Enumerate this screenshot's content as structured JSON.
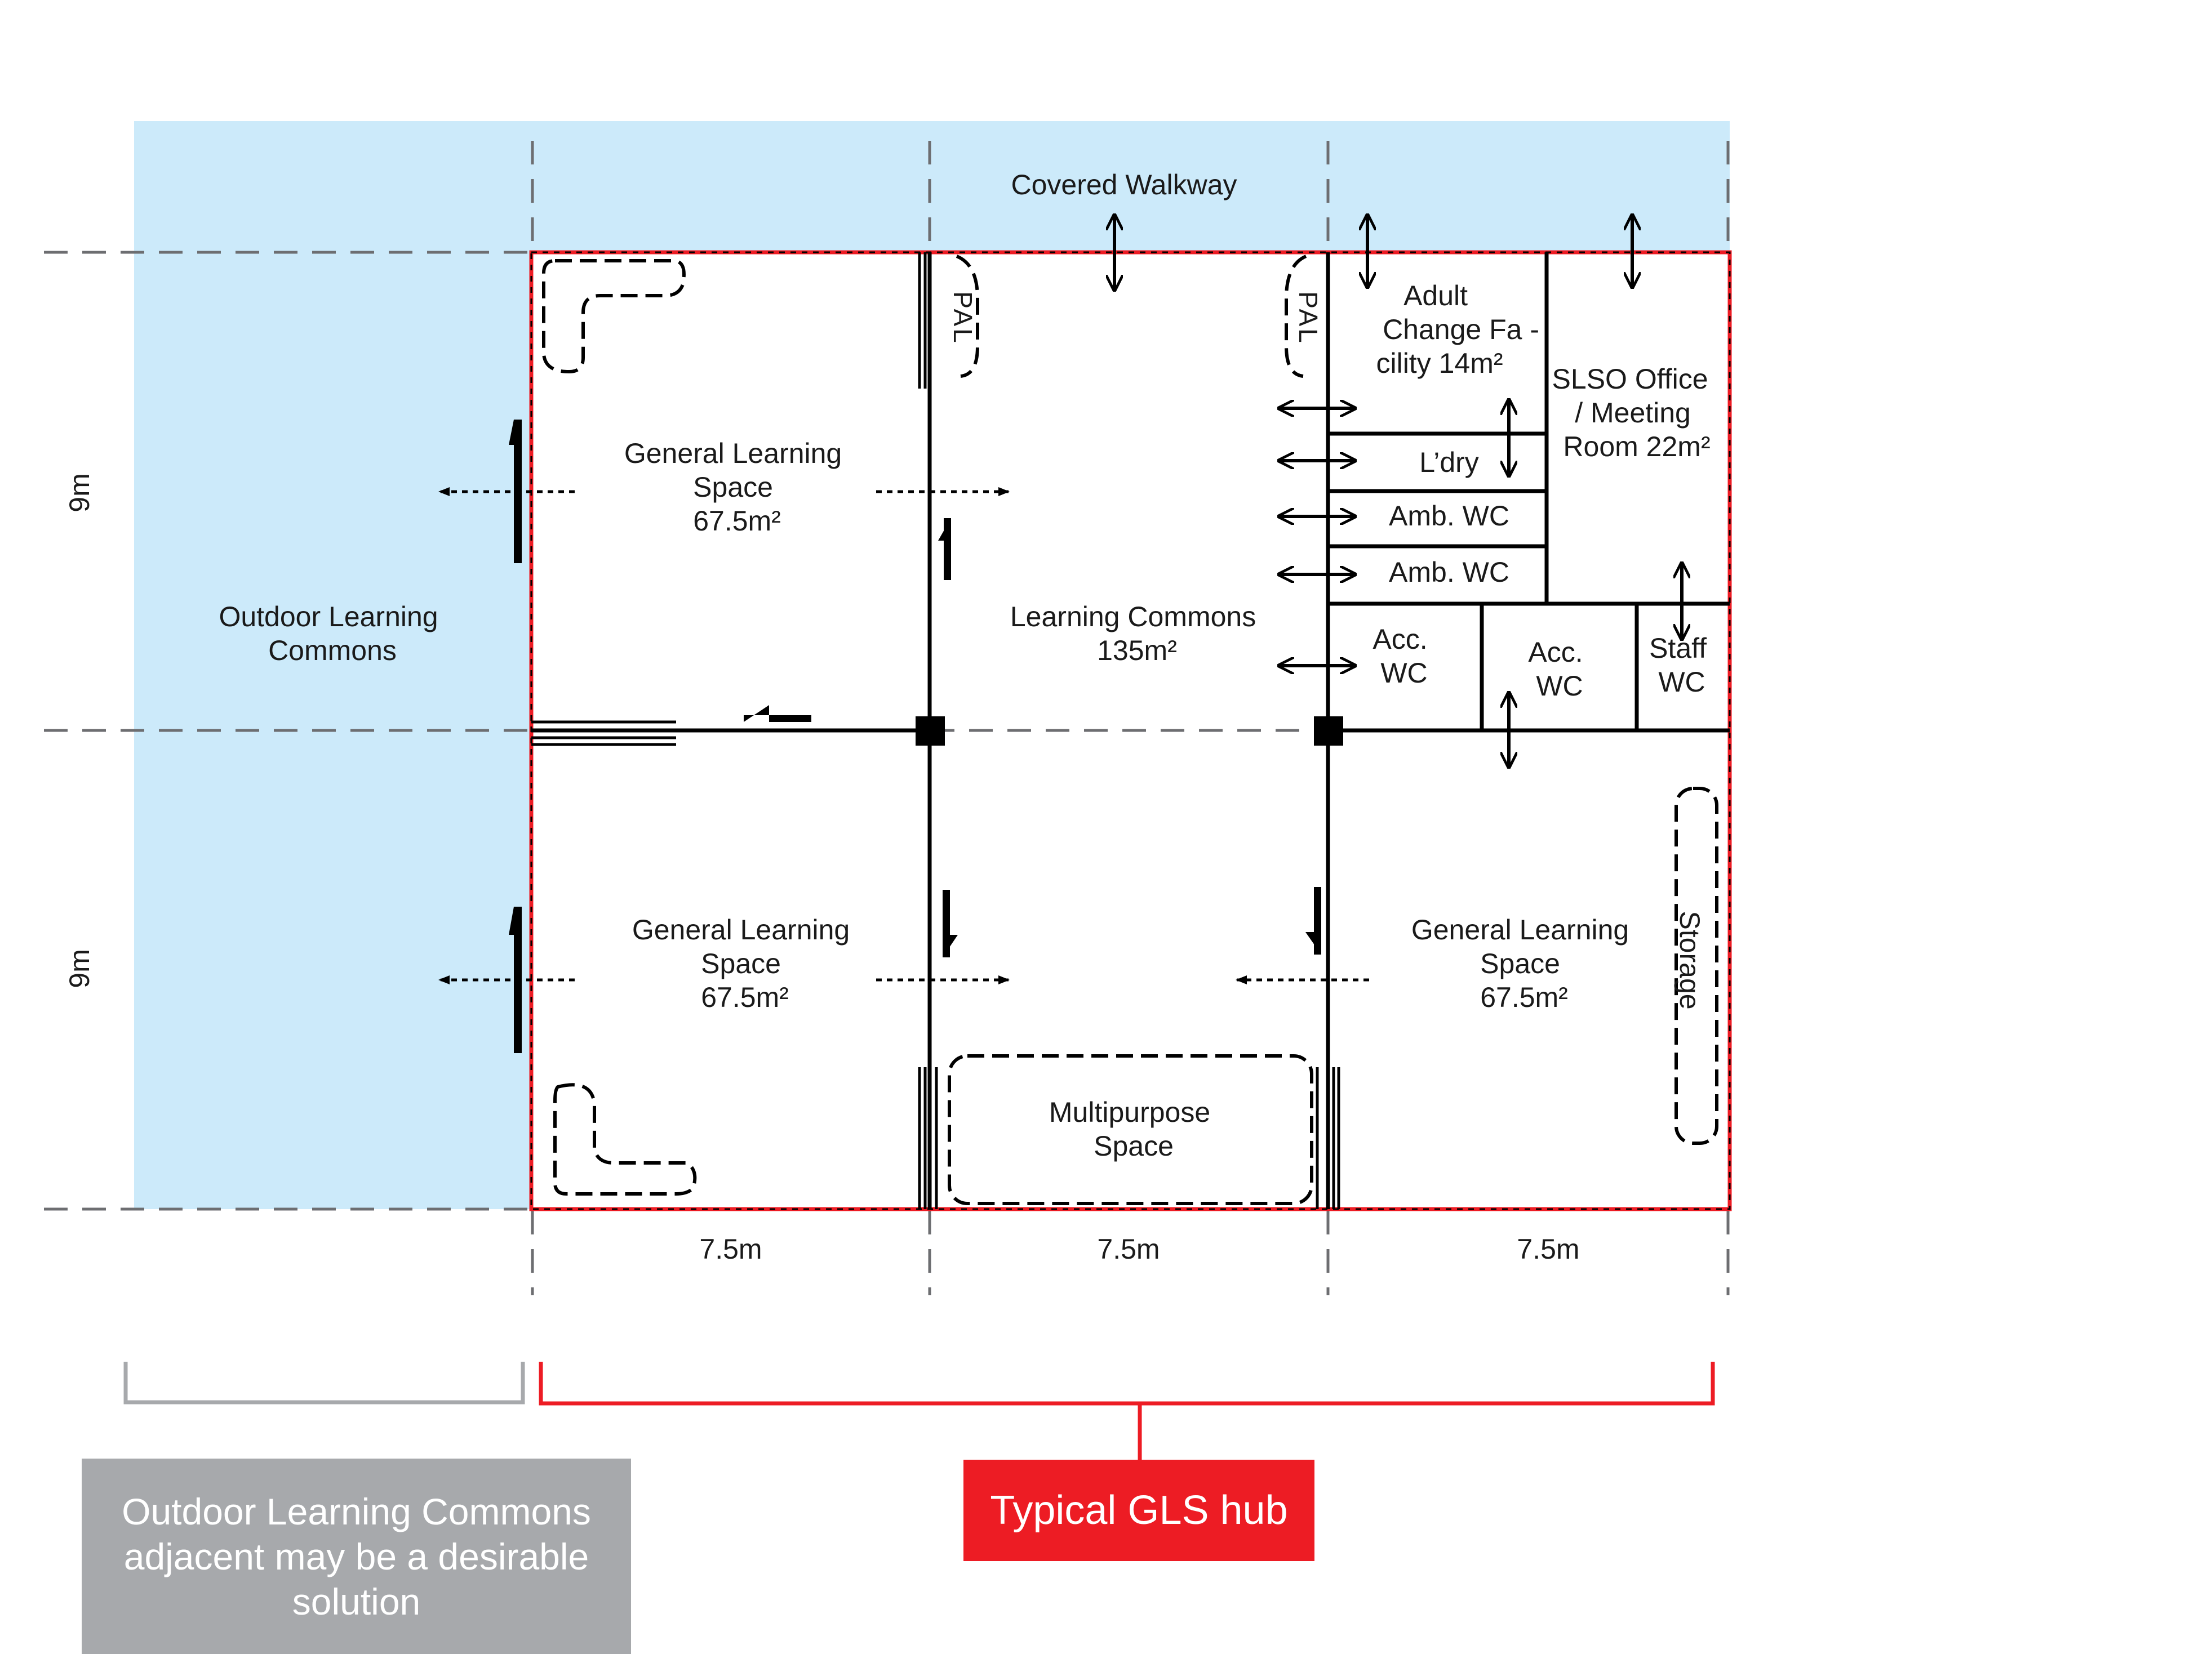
{
  "colors": {
    "outdoor_fill": "#cceafa",
    "hub_outline": "#ed1c24",
    "note_box": "#a7a9ac",
    "hub_box": "#ed1c24",
    "wall": "#000000",
    "gridline": "#6d6e71"
  },
  "plan": {
    "covered_walkway": "Covered Walkway",
    "outdoor_commons": {
      "line1": "Outdoor Learning",
      "line2": "Commons"
    },
    "gls_top_left": {
      "line1": "General Learning",
      "line2": "Space",
      "area": "67.5m²"
    },
    "gls_bottom_left": {
      "line1": "General Learning",
      "line2": "Space",
      "area": "67.5m²"
    },
    "gls_bottom_right": {
      "line1": "General Learning",
      "line2": "Space",
      "area": "67.5m²"
    },
    "learning_commons": {
      "line1": "Learning Commons",
      "area": "135m²"
    },
    "adult_change": {
      "line1": "Adult",
      "line2": "Change Fa -",
      "line3": "cility 14m²"
    },
    "slso_office": {
      "line1": "SLSO Office",
      "line2": "/ Meeting",
      "line3": "Room 22m²"
    },
    "laundry": "L’dry",
    "amb_wc_1": "Amb. WC",
    "amb_wc_2": "Amb. WC",
    "acc_wc_1": {
      "line1": "Acc.",
      "line2": "WC"
    },
    "acc_wc_2": {
      "line1": "Acc.",
      "line2": "WC"
    },
    "staff_wc": {
      "line1": "Staff",
      "line2": "WC"
    },
    "storage": "Storage",
    "multipurpose": {
      "line1": "Multipurpose",
      "line2": "Space"
    },
    "pal_left": "PAL",
    "pal_right": "PAL"
  },
  "dimensions": {
    "row_top": "9m",
    "row_bottom": "9m",
    "col_1": "7.5m",
    "col_2": "7.5m",
    "col_3": "7.5m"
  },
  "legend": {
    "outdoor_note": "Outdoor Learning Commons adjacent may be a desirable solution",
    "hub_label": "Typical GLS hub"
  }
}
